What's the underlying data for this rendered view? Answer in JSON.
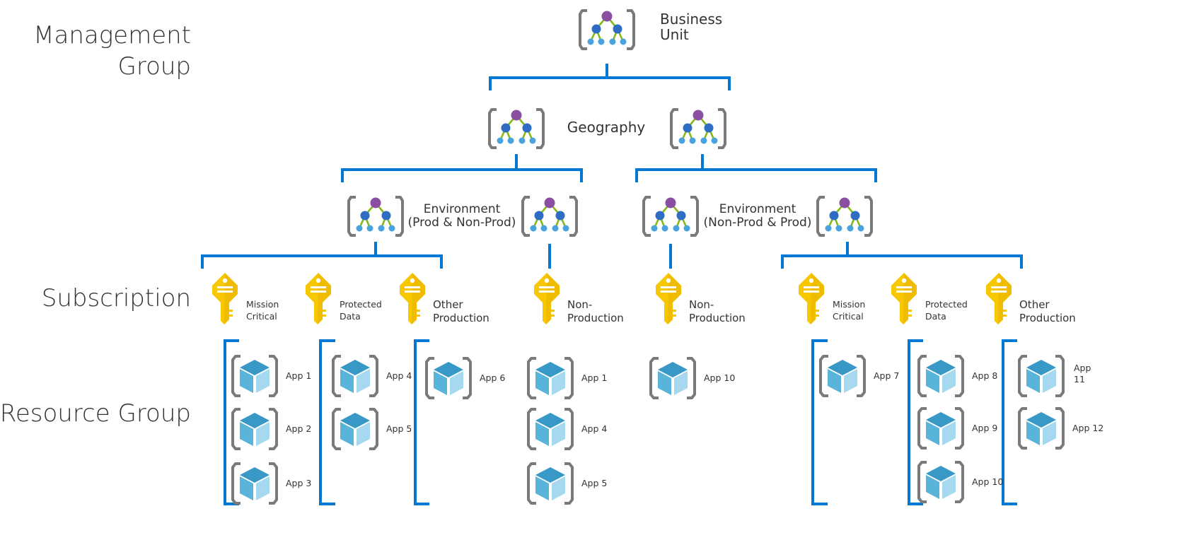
{
  "tiers": {
    "management_group": [
      "Management",
      "Group"
    ],
    "subscription": "Subscription",
    "resource_group": "Resource Group"
  },
  "management_groups": {
    "business_unit": [
      "Business",
      "Unit"
    ],
    "geography": "Geography",
    "environment_1": [
      "Environment",
      "(Prod & Non-Prod)"
    ],
    "environment_2": [
      "Environment",
      "(Non-Prod & Prod)"
    ]
  },
  "subscriptions": [
    {
      "label": [
        "Mission",
        "Critical"
      ],
      "size": "small"
    },
    {
      "label": [
        "Protected",
        "Data"
      ],
      "size": "small"
    },
    {
      "label": [
        "Other",
        "Production"
      ],
      "size": "large"
    },
    {
      "label": [
        "Non-",
        "Production"
      ],
      "size": "large"
    },
    {
      "label": [
        "Non-",
        "Production"
      ],
      "size": "large"
    },
    {
      "label": [
        "Mission",
        "Critical"
      ],
      "size": "small"
    },
    {
      "label": [
        "Protected",
        "Data"
      ],
      "size": "small"
    },
    {
      "label": [
        "Other",
        "Production"
      ],
      "size": "large"
    }
  ],
  "resource_groups": [
    {
      "apps": [
        "App 1",
        "App 2",
        "App 3"
      ],
      "bracket": true
    },
    {
      "apps": [
        "App 4",
        "App 5"
      ],
      "bracket": true
    },
    {
      "apps": [
        "App 6"
      ],
      "bracket": true
    },
    {
      "apps": [
        "App 1",
        "App 4",
        "App 5"
      ],
      "bracket": false
    },
    {
      "apps": [
        "App 10"
      ],
      "bracket": false
    },
    {
      "apps": [
        "App 7"
      ],
      "bracket": true
    },
    {
      "apps": [
        "App 8",
        "App 9",
        "App 10"
      ],
      "bracket": true
    },
    {
      "apps": [
        [
          "App",
          "11"
        ],
        "App 12"
      ],
      "bracket": true
    }
  ],
  "colors": {
    "connector": "#0078d4",
    "hex_frame": "#7a7a7a",
    "node_top": "#8a4fa3",
    "node_mid": "#2f6cc4",
    "node_leaf": "#4aa3df",
    "edge_green": "#86b817",
    "key": "#f7c700",
    "key_dark": "#e0a800",
    "cube_top": "#3999c6",
    "cube_left": "#59b4d9",
    "cube_right": "#a6d8ef"
  }
}
